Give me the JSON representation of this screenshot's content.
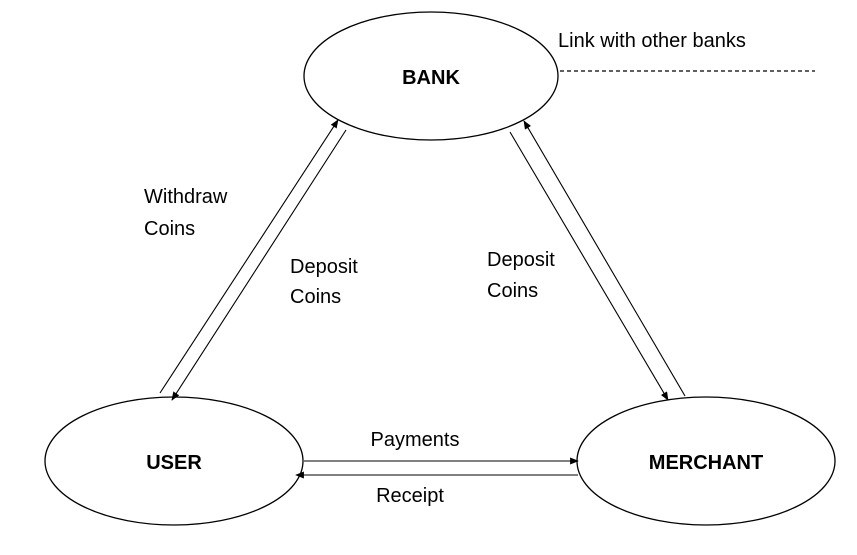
{
  "nodes": {
    "bank": "BANK",
    "user": "USER",
    "merchant": "MERCHANT"
  },
  "edges": {
    "withdraw": [
      "Withdraw",
      "Coins"
    ],
    "user_deposit": [
      "Deposit",
      "Coins"
    ],
    "merchant_deposit": [
      "Deposit",
      "Coins"
    ],
    "payments": "Payments",
    "receipt": "Receipt",
    "link": "Link with other banks"
  },
  "colors": {
    "stroke": "#000000",
    "background": "#ffffff"
  }
}
